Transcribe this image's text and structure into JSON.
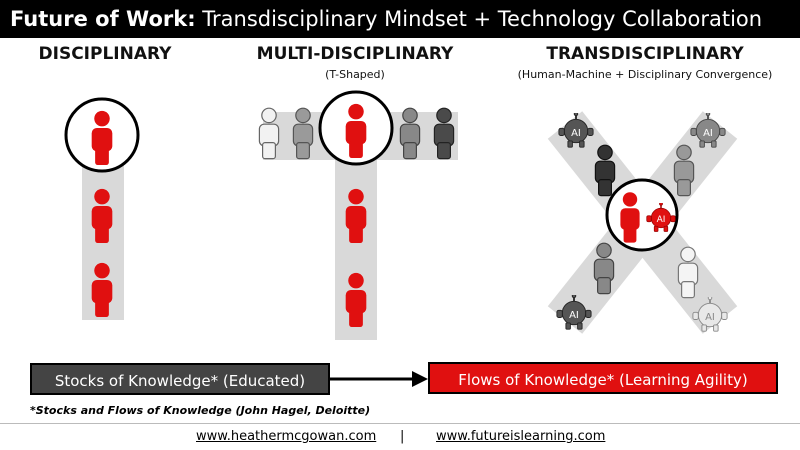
{
  "title": {
    "bold": "Future of Work:",
    "rest": " Transdisciplinary Mindset + Technology Collaboration"
  },
  "columns": [
    {
      "heading": "DISCIPLINARY",
      "subheading": ""
    },
    {
      "heading": "MULTI-DISCIPLINARY",
      "subheading": "(T-Shaped)"
    },
    {
      "heading": "TRANSDISCIPLINARY",
      "subheading": "(Human-Machine + Disciplinary Convergence)"
    }
  ],
  "robot_label": "AI",
  "boxes": {
    "stocks": "Stocks of Knowledge* (Educated)",
    "flows": "Flows of Knowledge* (Learning Agility)"
  },
  "footnote": "*Stocks and Flows of Knowledge (John Hagel, Deloitte)",
  "footer": {
    "link1": "www.heathermcgowan.com",
    "separator": "|",
    "link2": "www.futureislearning.com"
  },
  "colors": {
    "red": "#e01010",
    "dark_gray": "#444444",
    "band_gray": "#d9d9d9"
  }
}
